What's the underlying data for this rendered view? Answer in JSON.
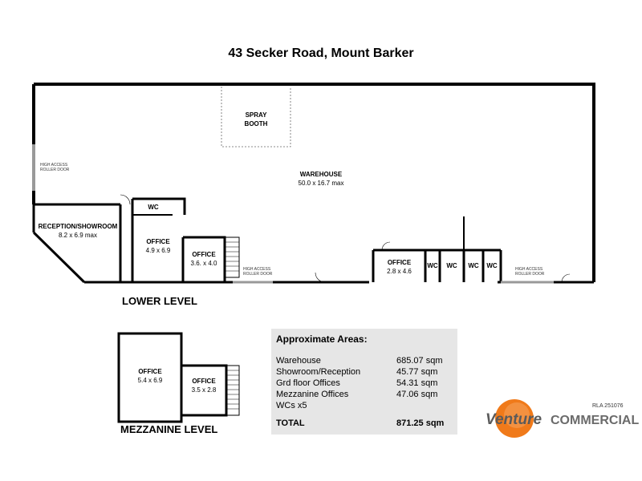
{
  "title": "43 Secker Road, Mount Barker",
  "lower_level": {
    "label": "LOWER LEVEL",
    "rooms": {
      "spray_booth": "SPRAY\nBOOTH",
      "warehouse_name": "WAREHOUSE",
      "warehouse_size": "50.0 x 16.7 max",
      "reception_name": "RECEPTION/SHOWROOM",
      "reception_size": "8.2 x 6.9 max",
      "office1_name": "OFFICE",
      "office1_size": "4.9 x 6.9",
      "office2_name": "OFFICE",
      "office2_size": "3.6. x 4.0",
      "office3_name": "OFFICE",
      "office3_size": "2.8 x 4.6",
      "wc": "WC"
    },
    "doors": {
      "left_roller": "HIGH ACCESS\nROLLER DOOR",
      "mid_roller": "HIGH ACCESS\nROLLER DOOR",
      "right_roller": "HIGH ACCESS\nROLLER DOOR"
    }
  },
  "mezzanine": {
    "label": "MEZZANINE LEVEL",
    "office_a_name": "OFFICE",
    "office_a_size": "5.4 x 6.9",
    "office_b_name": "OFFICE",
    "office_b_size": "3.5 x 2.8"
  },
  "areas": {
    "heading": "Approximate Areas:",
    "rows": [
      {
        "name": "Warehouse",
        "value": "685.07 sqm"
      },
      {
        "name": "Showroom/Reception",
        "value": "45.77 sqm"
      },
      {
        "name": "Grd floor Offices",
        "value": "54.31 sqm"
      },
      {
        "name": "Mezzanine Offices",
        "value": "47.06 sqm"
      },
      {
        "name": "WCs x5",
        "value": ""
      }
    ],
    "total_name": "TOTAL",
    "total_value": "871.25 sqm"
  },
  "rla": "RLA 251076",
  "logo": {
    "word1": "Venture",
    "word2": "COMMERCIAL"
  },
  "colors": {
    "logo_orange": "#f07a1a",
    "panel": "#e6e6e6"
  }
}
